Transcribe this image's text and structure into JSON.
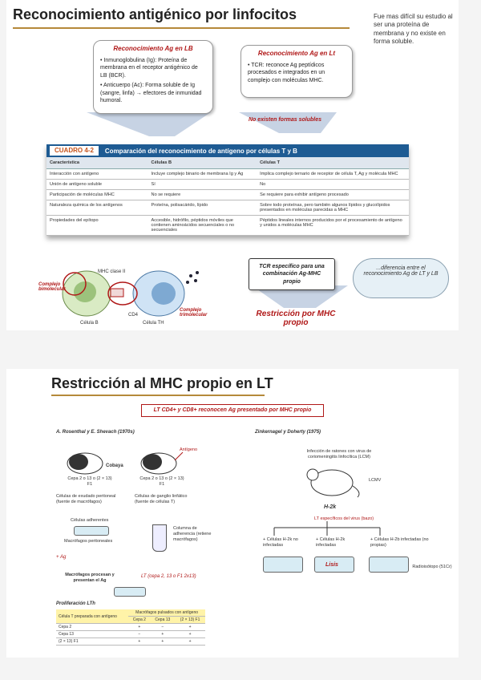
{
  "slide1": {
    "title": "Reconocimiento antigénico por linfocitos",
    "note": "Fue mas difícil su estudio al ser una proteína de membrana y no existe en forma soluble.",
    "box_lb": {
      "heading": "Reconocimiento Ag en LB",
      "p1": "• Inmunoglobulina (Ig): Proteína de membrana en el receptor antigénico de LB (BCR).",
      "p2": "• Anticuerpo (Ac): Forma soluble de Ig (sangre, linfa) → efectores de inmunidad humoral."
    },
    "box_lt": {
      "heading": "Reconocimiento Ag en Lt",
      "p1": "• TCR: reconoce Ag peptídicos procesados e integrados en un complejo con moléculas MHC."
    },
    "no_soluble": "No existen formas solubles",
    "table": {
      "label": "CUADRO 4-2",
      "title": "Comparación del reconocimiento de antígeno por células T y B",
      "headers": [
        "Característica",
        "Células B",
        "Células T"
      ],
      "rows": [
        [
          "Interacción con antígeno",
          "Incluye complejo binario de membrana Ig y Ag",
          "Implica complejo ternario de receptor de célula T, Ag y molécula MHC"
        ],
        [
          "Unión de antígeno soluble",
          "Sí",
          "No"
        ],
        [
          "Participación de moléculas MHC",
          "No se requiere",
          "Se requiere para exhibir antígeno procesado"
        ],
        [
          "Naturaleza química de los antígenos",
          "Proteína, polisacárido, lípido",
          "Sobre todo proteínas, pero también algunos lípidos y glucolípidos presentados en moléculas parecidas a MHC"
        ],
        [
          "Propiedades del epítopo",
          "Accesible, hidrófilo, péptidos móviles que contienen aminoácidos secuenciales o no secuenciales",
          "Péptidos lineales internos producidos por el procesamiento de antígeno y unidos a moléculas MHC"
        ]
      ]
    },
    "diagram": {
      "mhc_label": "MHC clase II",
      "cd4_label": "CD4",
      "cell_b": "Célula B",
      "cell_t": "Célula TH",
      "complejo_bi": "Complejo bimolecular",
      "complejo_tri": "Complejo trimolecular"
    },
    "tcr_box": "TCR específico para una combinación Ag-MHC propio",
    "restriccion": "Restricción por MHC propio",
    "cloud": "...diferencia entre el reconocimiento Ag de LT y LB"
  },
  "slide2": {
    "title": "Restricción al MHC propio en LT",
    "banner": "LT CD4+ y CD8+ reconocen Ag presentado por MHC propio",
    "left_authors": "A. Rosenthal y E. Shevach (1970s)",
    "right_authors": "Zinkernagel y Doherty (1975)",
    "left": {
      "antigeno": "Antígeno",
      "cobaya": "Cobaya",
      "cepa1": "Cepa 2 o 13 o (2 × 13) F1",
      "cepa2": "Cepa 2 o 13 o (2 × 13) F1",
      "exudado": "Células de exudado peritoneal (fuente de macrófagos)",
      "ganglio": "Células de ganglio linfático (fuente de células T)",
      "adherentes": "Células adherentes",
      "macro_perit": "Macrófagos peritoneales",
      "columna": "Columna de adherencia (retiene macrófagos)",
      "ag": "+ Ag",
      "macro_proc": "Macrófagos procesan y presentan el Ag",
      "lt": "LT (cepa 2, 13 o F1 2x13)",
      "prolif": "Proliferación LTh",
      "t_header_left": "Célula T preparada con antígeno",
      "t_header_top": "Macrófagos pulsados con antígeno",
      "t_cols": [
        "Cepa 2",
        "Cepa 13",
        "(2 × 13) F1"
      ],
      "t_rows": [
        [
          "Cepa 2",
          "+",
          "−",
          "+"
        ],
        [
          "Cepa 13",
          "−",
          "+",
          "+"
        ],
        [
          "(2 × 13) F1",
          "+",
          "+",
          "+"
        ]
      ]
    },
    "right": {
      "infeccion": "Infección de ratones con virus de coriomeningitis linfocítica (LCM)",
      "lcmv": "LCMV",
      "h2": "H-2k",
      "lt_esp": "LT específicos del virus (bazo)",
      "c1": "+ Células H-2k no infectadas",
      "c2": "+ Células H-2k infectadas",
      "c3": "+ Células H-2b infectadas (no propias)",
      "lisis": "Lisis",
      "radio": "Radioisótopo (51Cr)"
    }
  }
}
